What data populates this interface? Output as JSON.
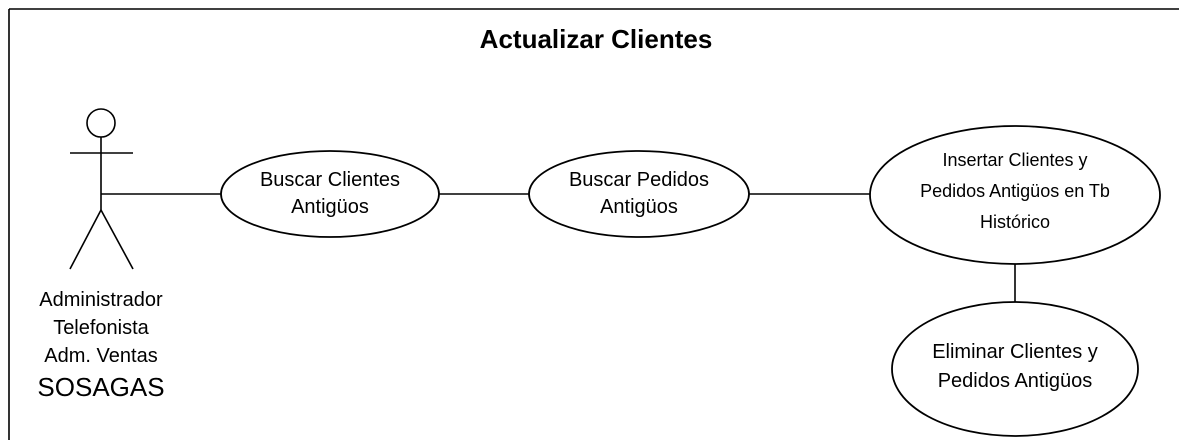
{
  "diagram": {
    "title": "Actualizar Clientes",
    "actor": {
      "lines": [
        "Administrador",
        "Telefonista",
        "Adm. Ventas"
      ],
      "system": "SOSAGAS"
    },
    "use_cases": {
      "buscar_clientes": [
        "Buscar Clientes",
        "Antigüos"
      ],
      "buscar_pedidos": [
        "Buscar Pedidos",
        "Antigüos"
      ],
      "insertar": [
        "Insertar Clientes y",
        "Pedidos Antigüos en Tb",
        "Histórico"
      ],
      "eliminar": [
        "Eliminar Clientes y",
        "Pedidos Antigüos"
      ]
    }
  }
}
